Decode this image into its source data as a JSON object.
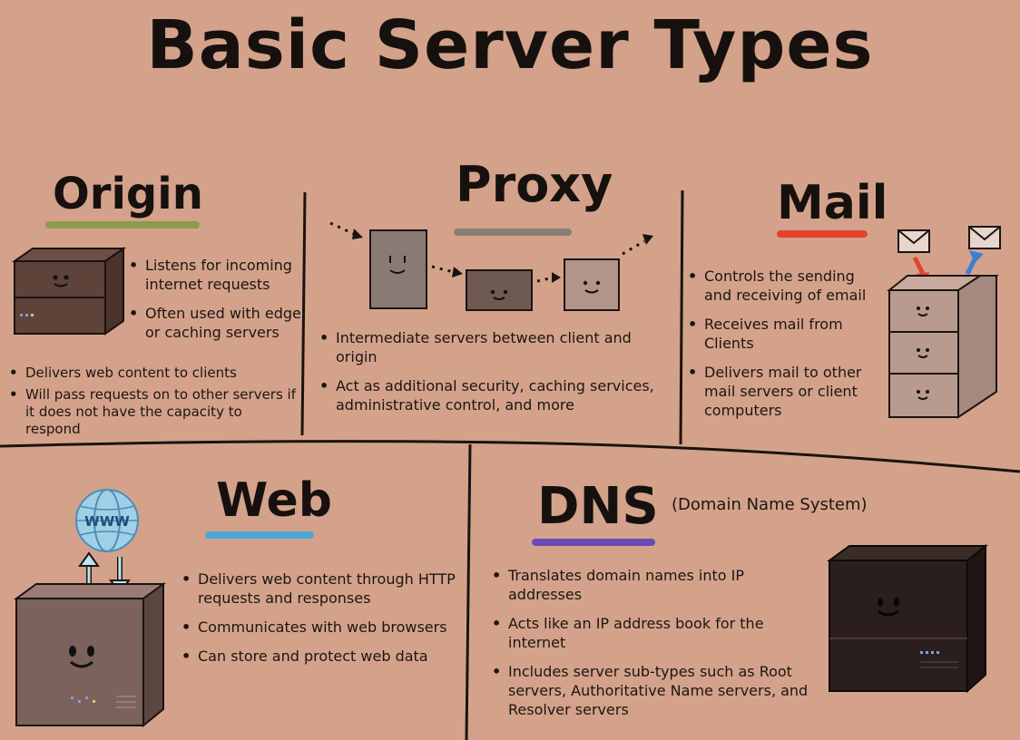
{
  "title": "Basic Server Types",
  "colors": {
    "background": "#d4a28a",
    "origin_underline": "#8c9b4a",
    "proxy_underline": "#8a7f75",
    "mail_underline": "#e2442c",
    "web_underline": "#4aa8d8",
    "dns_underline": "#6a4ab8"
  },
  "origin": {
    "title": "Origin",
    "icon": "server-box-icon",
    "bullets_side": [
      "Listens for incoming internet requests",
      "Often used with edge or caching servers"
    ],
    "bullets_bottom": [
      "Delivers web content to clients",
      "Will pass requests on to other servers if it does not have the capacity to respond"
    ]
  },
  "proxy": {
    "title": "Proxy",
    "icon": "proxy-chain-icon",
    "bullets": [
      "Intermediate servers between client and origin",
      "Act as additional security, caching services, administrative control, and more"
    ]
  },
  "mail": {
    "title": "Mail",
    "icon": "mail-server-stack-icon",
    "bullets": [
      "Controls the sending and receiving of email",
      "Receives mail from Clients",
      "Delivers mail to other mail servers or client computers"
    ]
  },
  "web": {
    "title": "Web",
    "icon": "web-server-globe-icon",
    "globe_label": "WWW",
    "bullets": [
      "Delivers web content through HTTP requests and responses",
      "Communicates with web browsers",
      "Can store and protect web data"
    ]
  },
  "dns": {
    "title": "DNS",
    "subtitle": "(Domain Name System)",
    "icon": "dark-server-icon",
    "bullets": [
      "Translates domain names into IP addresses",
      "Acts like an IP address book for the internet",
      "Includes server sub-types such as Root servers, Authoritative Name servers, and Resolver servers"
    ]
  }
}
